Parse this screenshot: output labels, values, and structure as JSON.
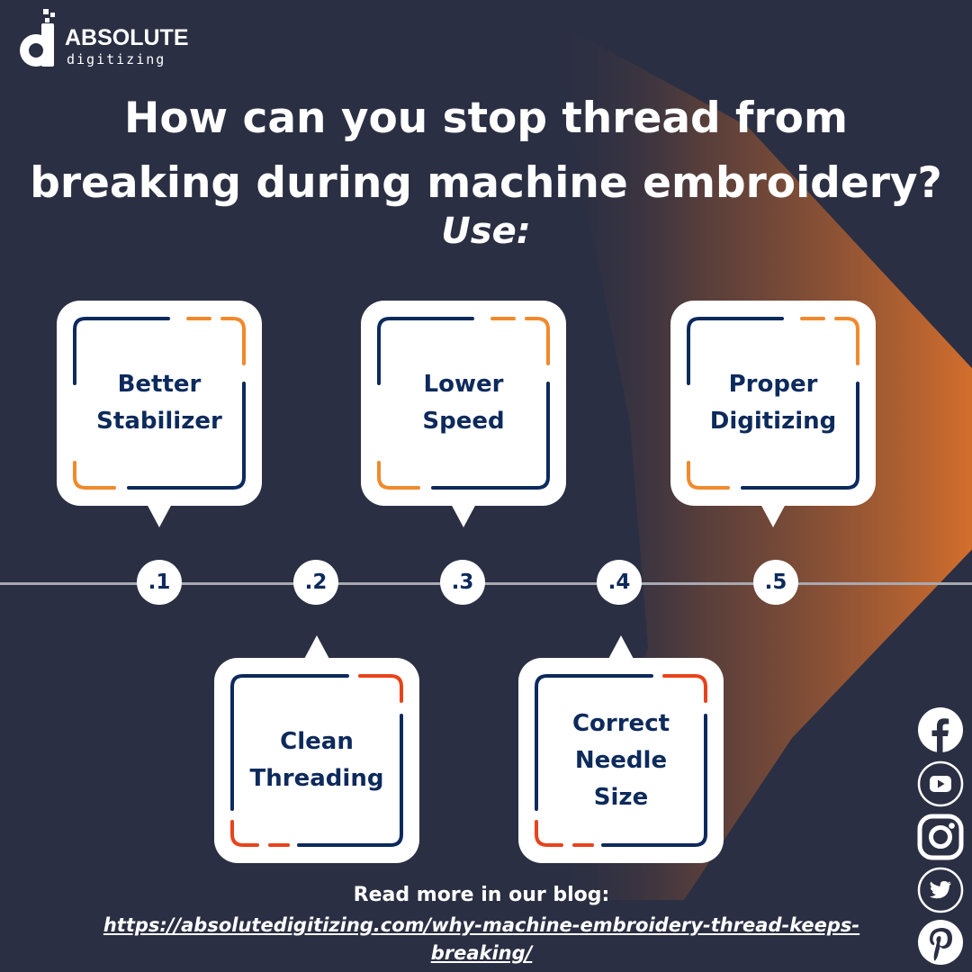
{
  "brand": {
    "name": "ABSOLUTE",
    "sub": "digitizing"
  },
  "headline": {
    "line1": "How can you stop thread from",
    "line2": "breaking during machine embroidery?"
  },
  "use_label": "Use:",
  "steps": [
    {
      "number": ".1",
      "line1": "Better",
      "line2": "Stabilizer",
      "line3": ""
    },
    {
      "number": ".2",
      "line1": "Clean",
      "line2": "Threading",
      "line3": ""
    },
    {
      "number": ".3",
      "line1": "Lower",
      "line2": "Speed",
      "line3": ""
    },
    {
      "number": ".4",
      "line1": "Correct",
      "line2": "Needle",
      "line3": "Size"
    },
    {
      "number": ".5",
      "line1": "Proper",
      "line2": "Digitizing",
      "line3": ""
    }
  ],
  "blog": {
    "title": "Read more in our blog:",
    "link": "https://absolutedigitizing.com/why-machine-embroidery-thread-keeps-breaking/"
  },
  "social": [
    "facebook-icon",
    "youtube-icon",
    "instagram-icon",
    "twitter-icon",
    "pinterest-icon"
  ],
  "colors": {
    "background": "#2b2f43",
    "navy": "#0d2a5c",
    "orange": "#f08a2c",
    "red": "#e8431c",
    "arrow": "#d8702c"
  }
}
